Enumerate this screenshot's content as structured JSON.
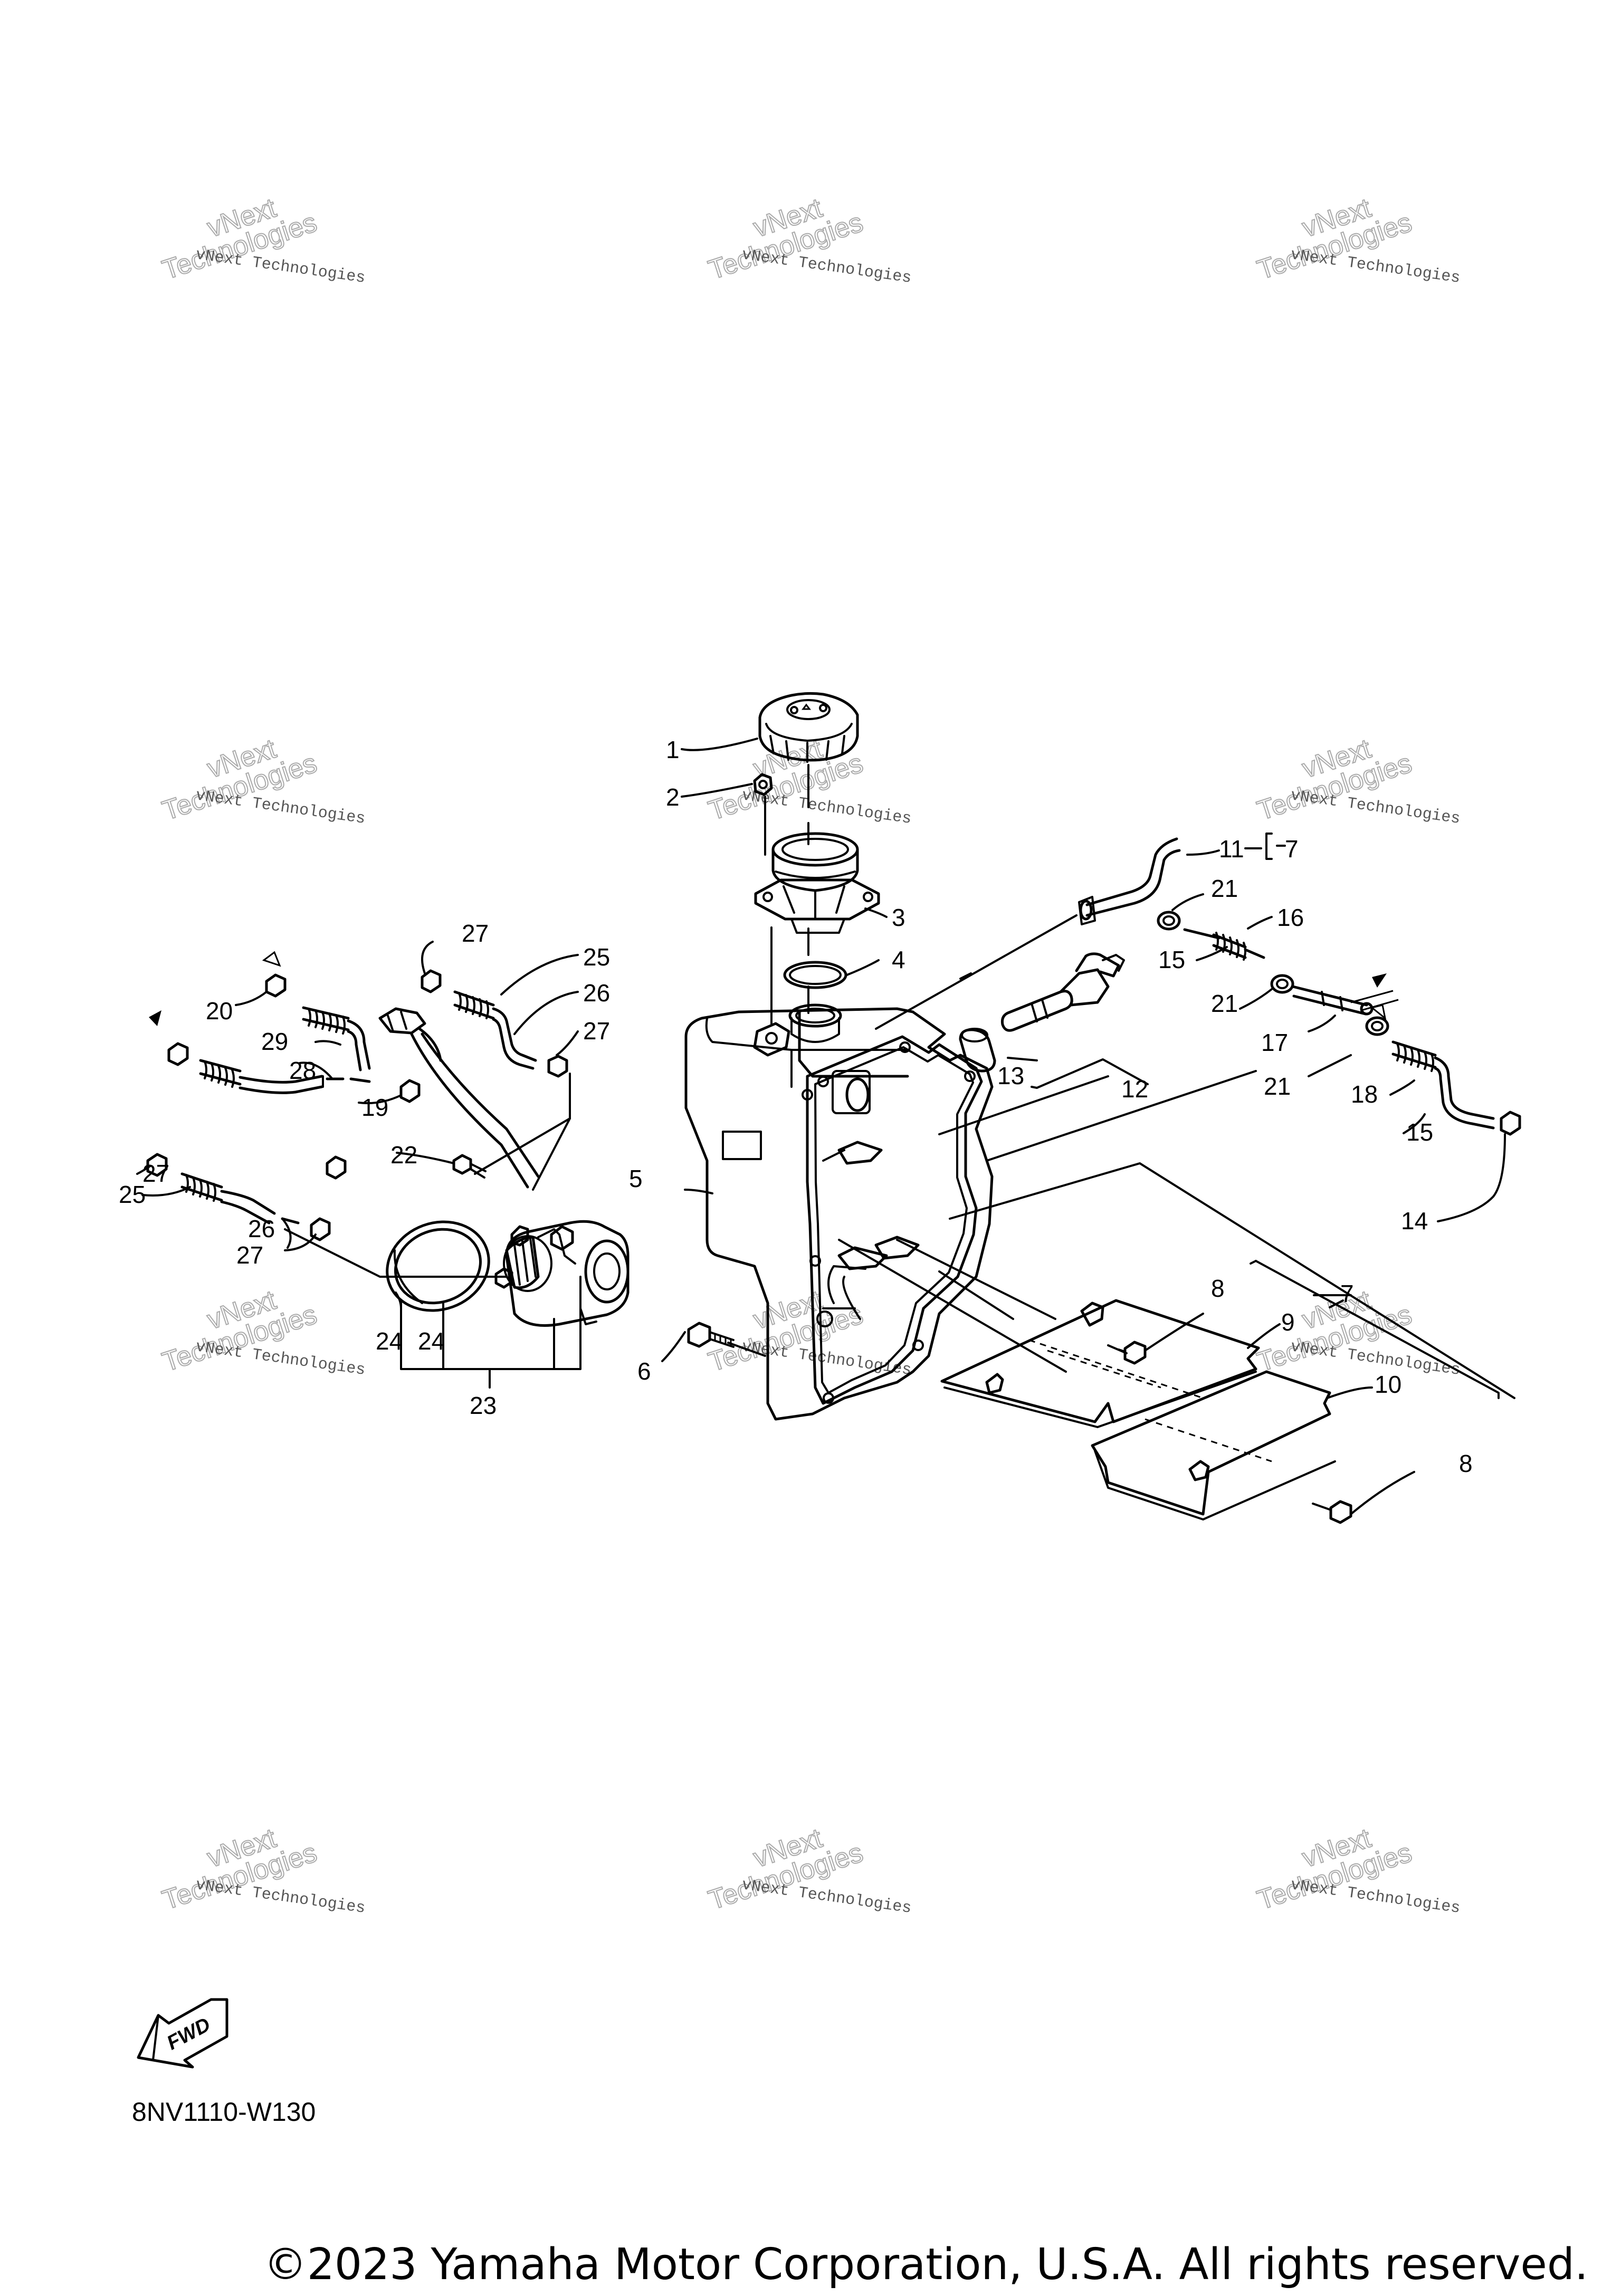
{
  "watermark": {
    "line1": "vNext Technologies",
    "line2": "vNext",
    "line3": "Technologies"
  },
  "parts": [
    {
      "id": "p1",
      "label": "1"
    },
    {
      "id": "p2",
      "label": "2"
    },
    {
      "id": "p3",
      "label": "3"
    },
    {
      "id": "p4",
      "label": "4"
    },
    {
      "id": "p5",
      "label": "5"
    },
    {
      "id": "p6",
      "label": "6"
    },
    {
      "id": "p7a",
      "label": "7"
    },
    {
      "id": "p7b",
      "label": "7"
    },
    {
      "id": "p8a",
      "label": "8"
    },
    {
      "id": "p8b",
      "label": "8"
    },
    {
      "id": "p9",
      "label": "9"
    },
    {
      "id": "p10",
      "label": "10"
    },
    {
      "id": "p11",
      "label": "11"
    },
    {
      "id": "p12",
      "label": "12"
    },
    {
      "id": "p13",
      "label": "13"
    },
    {
      "id": "p14",
      "label": "14"
    },
    {
      "id": "p15a",
      "label": "15"
    },
    {
      "id": "p15b",
      "label": "15"
    },
    {
      "id": "p16",
      "label": "16"
    },
    {
      "id": "p17",
      "label": "17"
    },
    {
      "id": "p18",
      "label": "18"
    },
    {
      "id": "p19",
      "label": "19"
    },
    {
      "id": "p20",
      "label": "20"
    },
    {
      "id": "p21a",
      "label": "21"
    },
    {
      "id": "p21b",
      "label": "21"
    },
    {
      "id": "p21c",
      "label": "21"
    },
    {
      "id": "p22",
      "label": "22"
    },
    {
      "id": "p23",
      "label": "23"
    },
    {
      "id": "p24a",
      "label": "24"
    },
    {
      "id": "p24b",
      "label": "24"
    },
    {
      "id": "p25a",
      "label": "25"
    },
    {
      "id": "p25b",
      "label": "25"
    },
    {
      "id": "p26a",
      "label": "26"
    },
    {
      "id": "p26b",
      "label": "26"
    },
    {
      "id": "p27a",
      "label": "27"
    },
    {
      "id": "p27b",
      "label": "27"
    },
    {
      "id": "p27c",
      "label": "27"
    },
    {
      "id": "p27d",
      "label": "27"
    },
    {
      "id": "p28",
      "label": "28"
    },
    {
      "id": "p29",
      "label": "29"
    }
  ],
  "fwd_label": "FWD",
  "diagram_code": "8NV1110-W130",
  "copyright": "©2023 Yamaha Motor Corporation, U.S.A. All rights reserved."
}
